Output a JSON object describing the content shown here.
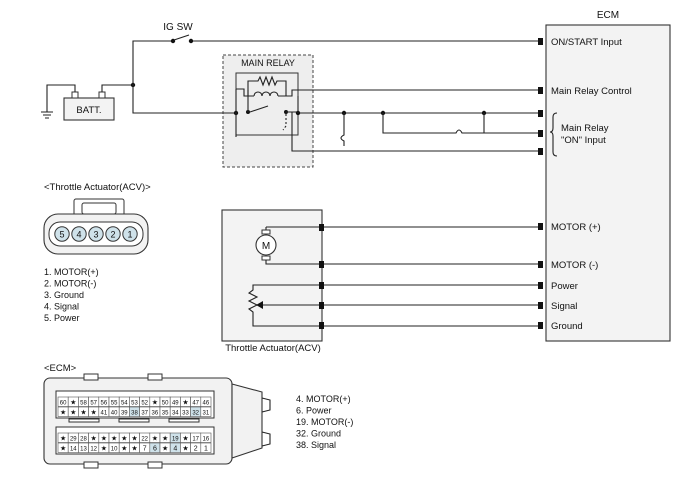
{
  "labels": {
    "ecm_title": "ECM",
    "ig_sw": "IG SW",
    "batt": "BATT.",
    "main_relay": "MAIN RELAY",
    "throttle_connector_title": "<Throttle Actuator(ACV)>",
    "throttle_actuator": "Throttle Actuator(ACV)",
    "ecm_connector_title": "<ECM>",
    "motor_symbol": "M"
  },
  "ecm_pins": {
    "on_start": "ON/START Input",
    "main_relay_control": "Main Relay Control",
    "main_relay_on_1": "Main Relay",
    "main_relay_on_2": "\"ON\" Input",
    "motor_pos": "MOTOR (+)",
    "motor_neg": "MOTOR (-)",
    "power": "Power",
    "signal": "Signal",
    "ground": "Ground"
  },
  "throttle_pins": [
    "5",
    "4",
    "3",
    "2",
    "1"
  ],
  "throttle_legend": [
    "1. MOTOR(+)",
    "2. MOTOR(-)",
    "3. Ground",
    "4. Signal",
    "5. Power"
  ],
  "ecm_connector_rows": {
    "row1": [
      "60",
      "★",
      "58",
      "57",
      "56",
      "55",
      "54",
      "53",
      "52",
      "★",
      "50",
      "49",
      "★",
      "47",
      "46"
    ],
    "row2": [
      "★",
      "★",
      "★",
      "★",
      "41",
      "40",
      "39",
      "38",
      "37",
      "36",
      "35",
      "34",
      "33",
      "32",
      "31"
    ],
    "row3": [
      "★",
      "29",
      "28",
      "★",
      "★",
      "★",
      "★",
      "★",
      "22",
      "★",
      "★",
      "19",
      "★",
      "17",
      "16"
    ],
    "row4": [
      "★",
      "14",
      "13",
      "12",
      "★",
      "10",
      "★",
      "★",
      "7",
      "6",
      "★",
      "4",
      "★",
      "2",
      "1"
    ]
  },
  "ecm_legend": [
    "4. MOTOR(+)",
    "6. Power",
    "19. MOTOR(-)",
    "32. Ground",
    "38. Signal"
  ],
  "colors": {
    "wire": "#222222",
    "highlight_pin": "#cfe2ea",
    "box_fill": "#f3f3f3"
  }
}
